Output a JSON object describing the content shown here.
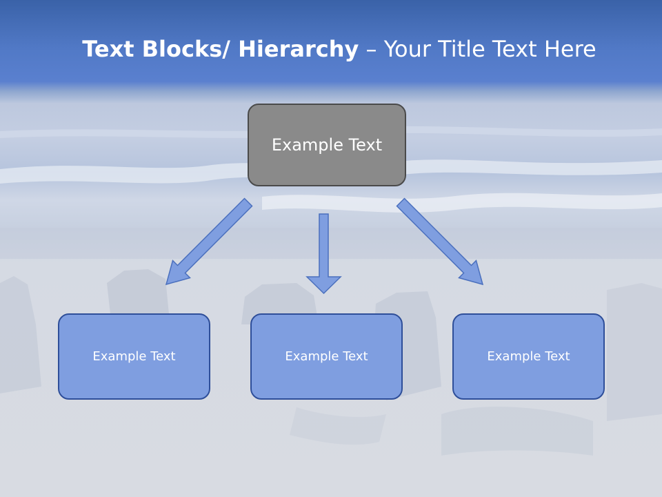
{
  "slide": {
    "title_bold": "Text Blocks/ Hierarchy",
    "title_rest": " – Your Title Text Here"
  },
  "diagram": {
    "top_node": "Example Text",
    "child_nodes": [
      "Example Text",
      "Example Text",
      "Example Text"
    ]
  },
  "colors": {
    "top_node_fill": "#8a8a8a",
    "child_node_fill": "#7f9ee0",
    "child_node_border": "#2e4e99",
    "arrow_fill": "#7f9ee0"
  }
}
